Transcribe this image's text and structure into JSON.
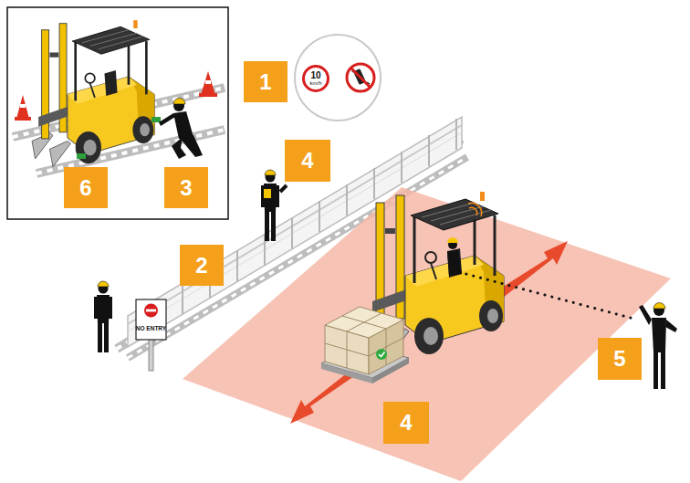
{
  "diagram": {
    "nodes": [
      {
        "text": [
          "1"
        ]
      },
      {
        "text": [
          "10",
          "km/h"
        ]
      },
      {
        "text": [
          "4"
        ]
      },
      {
        "text": [
          "6"
        ]
      },
      {
        "text": [
          "3"
        ]
      },
      {
        "text": [
          "2"
        ]
      },
      {
        "text": [
          "NO ENTRY"
        ]
      },
      {
        "text": [
          "5"
        ]
      },
      {
        "text": [
          "4"
        ]
      }
    ]
  }
}
